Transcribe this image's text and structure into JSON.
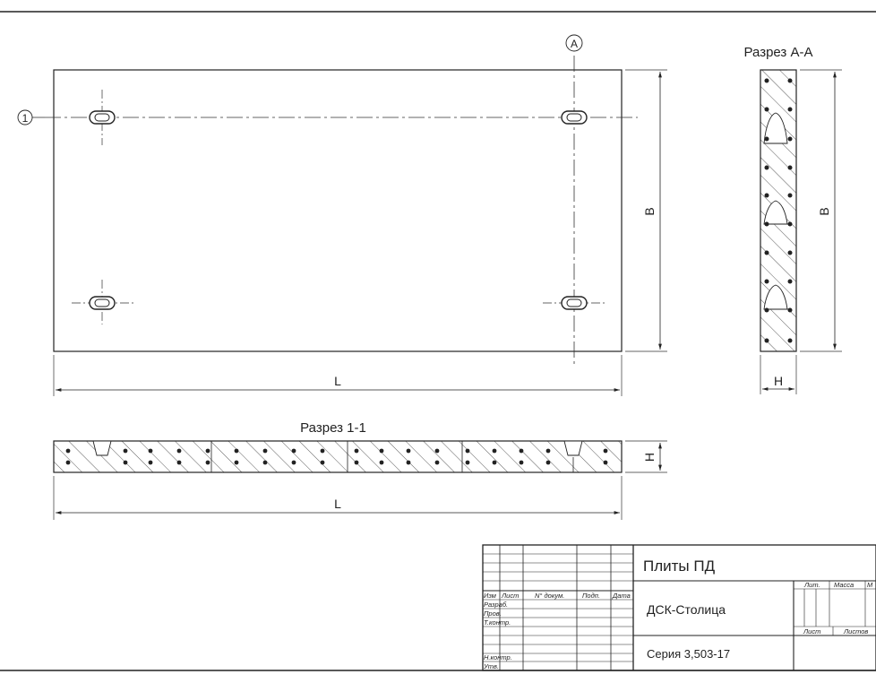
{
  "views": {
    "axis_1": "1",
    "axis_a": "A",
    "dim_b": "B",
    "dim_l": "L",
    "dim_h": "H",
    "section_aa_title": "Разрез А-А",
    "section_11_title": "Разрез 1-1"
  },
  "title_block": {
    "product": "Плиты ПД",
    "company": "ДСК-Столица",
    "series": "Серия 3,503-17",
    "col_izm": "Изм",
    "col_list": "Лист",
    "col_docnum": "N° докум.",
    "col_sign": "Подп.",
    "col_date": "Дата",
    "row_razrab": "Разраб.",
    "row_prov": "Пров.",
    "row_tkontr": "Т.контр.",
    "row_nkontr": "Н.контр.",
    "row_utv": "Утв.",
    "lit": "Лит.",
    "massa": "Масса",
    "masshtab": "М",
    "sheet": "Лист",
    "sheets": "Листов"
  }
}
